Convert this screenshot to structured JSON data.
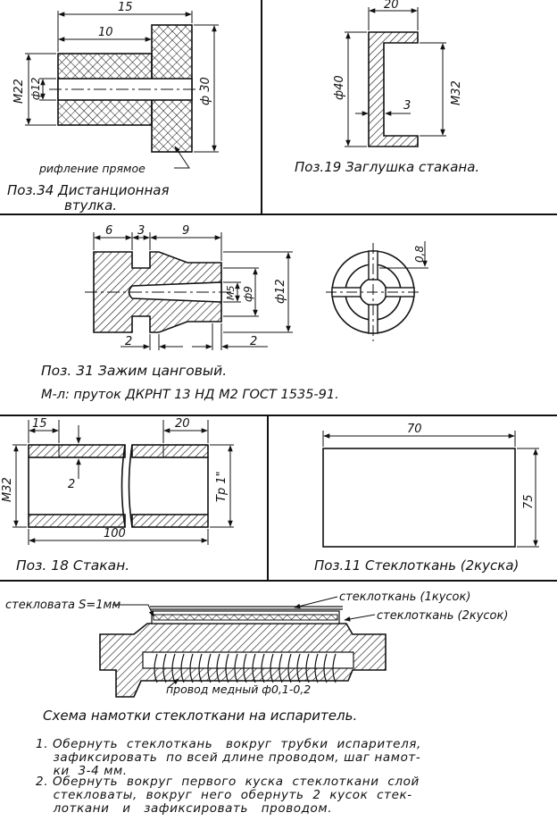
{
  "panels": {
    "p34": {
      "dim_15": "15",
      "dim_10": "10",
      "dim_m22": "М22",
      "dim_d12": "ф12",
      "dim_d30": "ф 30",
      "callout": "рифление прямое",
      "title_line1": "Поз.34 Дистанционная",
      "title_line2": "втулка."
    },
    "p19": {
      "dim_20": "20",
      "dim_d40": "ф40",
      "dim_m32": "М32",
      "dim_3": "3",
      "title": "Поз.19 Заглушка стакана."
    },
    "p31": {
      "dim_6": "6",
      "dim_3": "3",
      "dim_9": "9",
      "dim_m5": "М5",
      "dim_d9": "ф9",
      "dim_d12": "ф12",
      "dim_08": "0,8",
      "dim_2a": "2",
      "dim_2b": "2",
      "title": "Поз. 31   Зажим   цанговый.",
      "material": "М-л:  пруток   ДКРНТ 13 НД М2  ГОСТ 1535-91."
    },
    "p18": {
      "dim_15": "15",
      "dim_20": "20",
      "dim_m32": "М32",
      "dim_2": "2",
      "dim_tr": "Тр 1\"",
      "dim_100": "100",
      "title": "Поз. 18   Стакан."
    },
    "p11": {
      "dim_70": "70",
      "dim_75": "75",
      "title": "Поз.11 Стеклоткань (2куска)"
    },
    "scheme": {
      "label_glasswool": "стекловата S=1мм",
      "label_fabric1": "стеклоткань (1кусок)",
      "label_fabric2": "стеклоткань (2кусок)",
      "label_wire": "провод медный ф0,1-0,2",
      "title": "Схема   намотки    стеклоткани   на  испаритель."
    }
  },
  "notes": {
    "item1": "1. Обернуть  стеклоткань   вокруг  трубки  испарителя,\n    зафиксировать  по всей длине проводом, шаг намот-\n    ки  3-4 мм.",
    "item2": "2. Обернуть  вокруг  первого  куска  стеклоткани  слой\n    стекловаты,  вокруг  него  обернуть  2  кусок  стек-\n    лоткани   и   зафиксировать   проводом."
  }
}
